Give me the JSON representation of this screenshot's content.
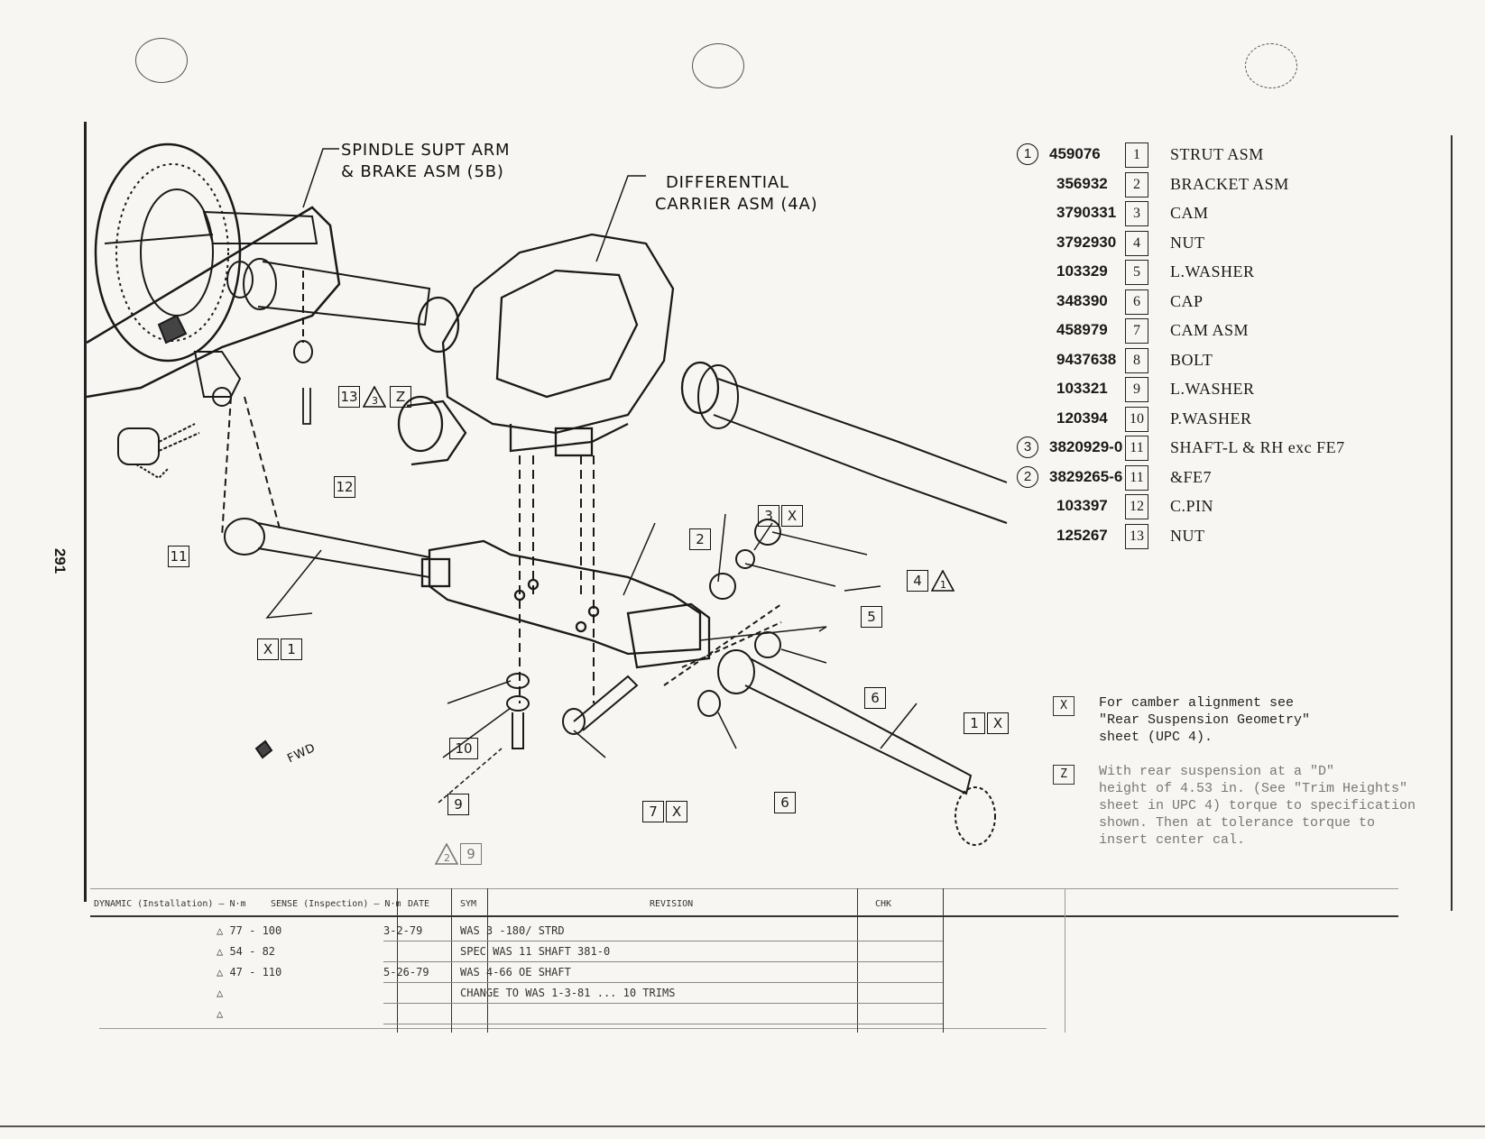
{
  "page": {
    "number": "291"
  },
  "labels": {
    "spindle_line1": "SPINDLE SUPT ARM",
    "spindle_line2": "& BRAKE ASM (5B)",
    "diff_line1": "DIFFERENTIAL",
    "diff_line2": "CARRIER ASM (4A)",
    "fwd": "FWD"
  },
  "callouts": {
    "c2": "2",
    "c3": "3",
    "c4": "4",
    "c5": "5",
    "c6a": "6",
    "c6b": "6",
    "c7": "7",
    "c9": "9",
    "c10": "10",
    "c11": "11",
    "c12": "12",
    "c13": "13",
    "c1a": "1",
    "c1b": "1",
    "x": "X",
    "z": "Z"
  },
  "parts": [
    {
      "circle": "1",
      "number": "459076",
      "key": "1",
      "name": "STRUT ASM"
    },
    {
      "circle": "",
      "number": "356932",
      "key": "2",
      "name": "BRACKET ASM"
    },
    {
      "circle": "",
      "number": "3790331",
      "key": "3",
      "name": "CAM"
    },
    {
      "circle": "",
      "number": "3792930",
      "key": "4",
      "name": "NUT"
    },
    {
      "circle": "",
      "number": "103329",
      "key": "5",
      "name": "L.WASHER"
    },
    {
      "circle": "",
      "number": "348390",
      "key": "6",
      "name": "CAP"
    },
    {
      "circle": "",
      "number": "458979",
      "key": "7",
      "name": "CAM ASM"
    },
    {
      "circle": "",
      "number": "9437638",
      "key": "8",
      "name": "BOLT"
    },
    {
      "circle": "",
      "number": "103321",
      "key": "9",
      "name": "L.WASHER"
    },
    {
      "circle": "",
      "number": "120394",
      "key": "10",
      "name": "P.WASHER"
    },
    {
      "circle": "3",
      "number": "3820929-0",
      "key": "11",
      "name": "SHAFT-L & RH  exc FE7"
    },
    {
      "circle": "2",
      "number": "3829265-6",
      "key": "11",
      "name": "&FE7"
    },
    {
      "circle": "",
      "number": "103397",
      "key": "12",
      "name": "C.PIN"
    },
    {
      "circle": "",
      "number": "125267",
      "key": "13",
      "name": "NUT"
    }
  ],
  "notes": {
    "x_box": "X",
    "x_text": "For camber alignment see\n\"Rear Suspension Geometry\"\nsheet (UPC 4).",
    "z_box": "Z",
    "z_text": "With rear suspension at a \"D\"\nheight of 4.53 in. (See \"Trim Heights\"\nsheet in UPC 4) torque to specification\nshown. Then at tolerance torque to\ninsert center cal."
  },
  "revision_block": {
    "col1": "DYNAMIC (Installation) — N·m",
    "col2": "SENSE (Inspection) — N·m",
    "col3": "DATE",
    "col4": "SYM",
    "col5": "REVISION",
    "col6": "CHK",
    "rows": [
      {
        "torque": "△ 77 - 100",
        "date": "3-2-79",
        "rev": "WAS 3 -180/ STRD"
      },
      {
        "torque": "△ 54 - 82",
        "date": "",
        "rev": "SPEC WAS 11 SHAFT 381-0"
      },
      {
        "torque": "△ 47 - 110",
        "date": "5-26-79",
        "rev": "WAS 4-66 OE SHAFT"
      },
      {
        "torque": "△",
        "date": "",
        "rev": "CHANGE TO WAS 1-3-81 ... 10 TRIMS"
      },
      {
        "torque": "△",
        "date": "",
        "rev": ""
      }
    ]
  }
}
